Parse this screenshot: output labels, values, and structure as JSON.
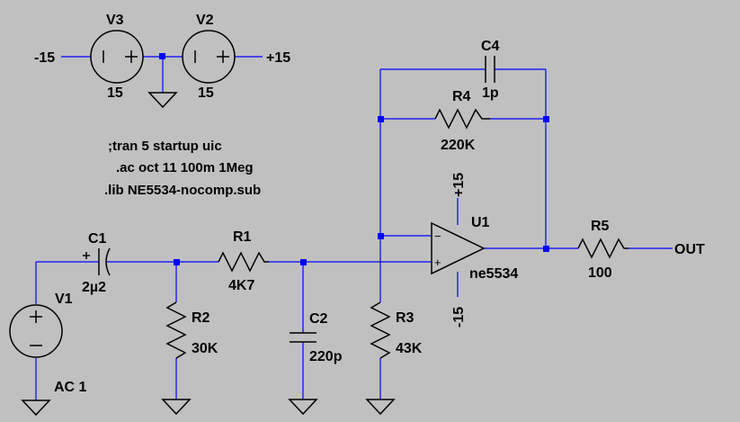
{
  "supplies": {
    "v3": {
      "name": "V3",
      "value": "15",
      "net": "-15"
    },
    "v2": {
      "name": "V2",
      "value": "15",
      "net": "+15"
    }
  },
  "directives": [
    ";tran 5 startup uic",
    ".ac oct 11 100m 1Meg",
    ".lib NE5534-nocomp.sub"
  ],
  "components": {
    "c1": {
      "name": "C1",
      "value": "2µ2"
    },
    "r1": {
      "name": "R1",
      "value": "4K7"
    },
    "r2": {
      "name": "R2",
      "value": "30K"
    },
    "c2": {
      "name": "C2",
      "value": "220p"
    },
    "r3": {
      "name": "R3",
      "value": "43K"
    },
    "c4": {
      "name": "C4",
      "value": "1p"
    },
    "r4": {
      "name": "R4",
      "value": "220K"
    },
    "r5": {
      "name": "R5",
      "value": "100"
    },
    "v1": {
      "name": "V1",
      "value": "AC 1"
    }
  },
  "opamp": {
    "name": "U1",
    "model": "ne5534",
    "vplus": "+15",
    "vminus": "-15"
  },
  "out_label": "OUT",
  "colors": {
    "wire": "#0000ff",
    "background": "#c0c0c0",
    "symbol": "#000000"
  }
}
